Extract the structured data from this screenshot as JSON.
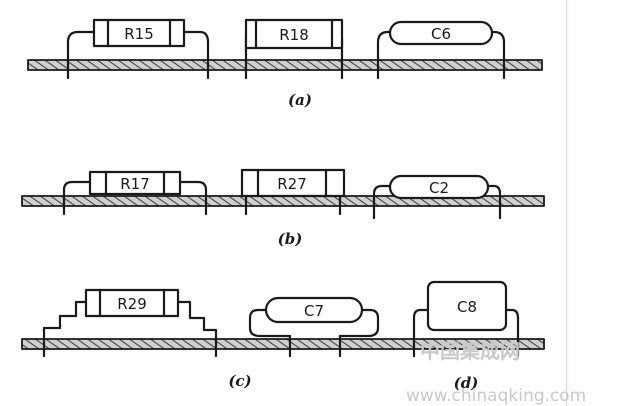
{
  "components": {
    "r15": "R15",
    "r18": "R18",
    "c6": "C6",
    "r17": "R17",
    "r27": "R27",
    "c2": "C2",
    "r29": "R29",
    "c7": "C7",
    "c8": "C8"
  },
  "captions": {
    "a": "(a)",
    "b": "(b)",
    "c": "(c)",
    "d": "(d)"
  },
  "watermark": {
    "cn": "中国集成网",
    "url": "www.chinaqking.com"
  },
  "colors": {
    "ink": "#1a1a1a",
    "board_fill": "#b9b9b9",
    "watermark": "#c9c9c9",
    "right_rule": "#f3c9c9"
  }
}
